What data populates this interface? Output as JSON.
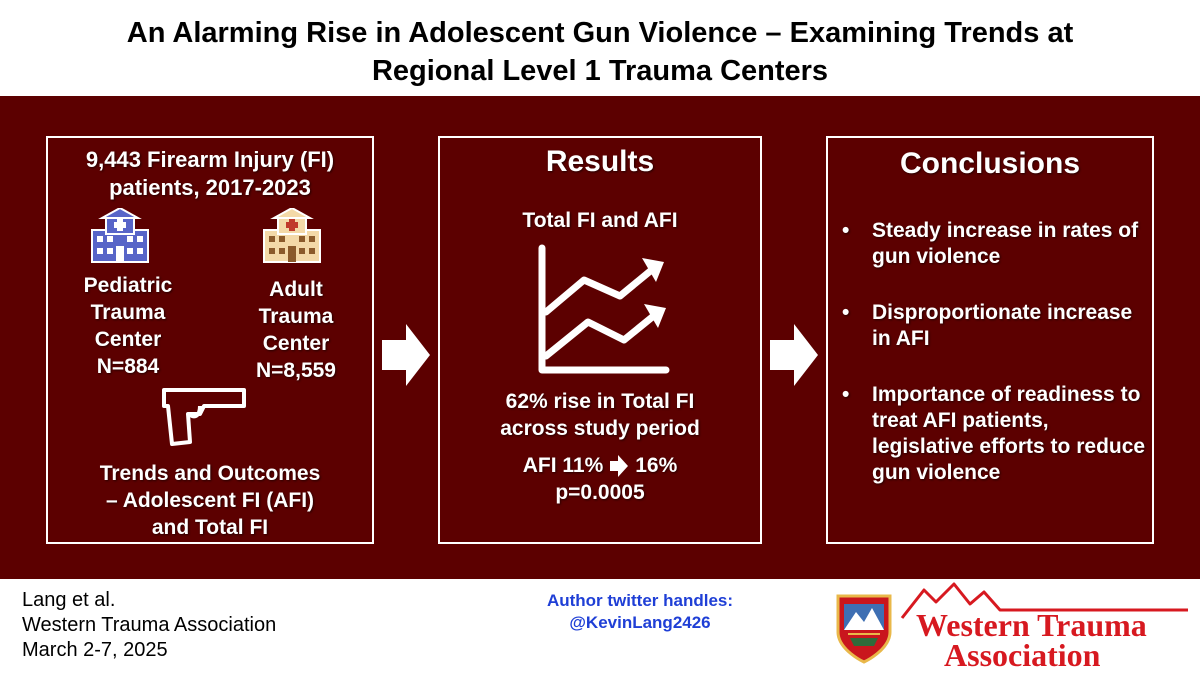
{
  "title": {
    "line1": "An Alarming Rise in Adolescent Gun Violence – Examining Trends at",
    "line2": "Regional Level 1 Trauma Centers"
  },
  "panel1": {
    "heading_line1": "9,443 Firearm Injury (FI)",
    "heading_line2": "patients, 2017-2023",
    "pediatric": {
      "line1": "Pediatric",
      "line2": "Trauma",
      "line3": "Center",
      "line4": "N=884"
    },
    "adult": {
      "line1": "Adult",
      "line2": "Trauma",
      "line3": "Center",
      "line4": "N=8,559"
    },
    "footer_line1": "Trends and Outcomes",
    "footer_line2": "– Adolescent FI (AFI)",
    "footer_line3": "and Total FI",
    "icons": [
      "hospital-icon",
      "hospital-icon",
      "handgun-icon"
    ]
  },
  "panel2": {
    "heading": "Results",
    "subheading": "Total FI and AFI",
    "rise_line1": "62% rise in Total FI",
    "rise_line2": "across study period",
    "afi_before": "AFI 11%",
    "afi_after": "16%",
    "p_value": "p=0.0005",
    "icons": [
      "line-chart-icon",
      "arrow-right-icon"
    ]
  },
  "panel3": {
    "heading": "Conclusions",
    "bullets": [
      "Steady increase in rates of gun violence",
      "Disproportionate increase in AFI",
      "Importance of readiness to treat AFI patients, legislative efforts to reduce gun violence"
    ]
  },
  "footer": {
    "authors": "Lang et al.",
    "association": "Western Trauma Association",
    "dates": "March 2-7, 2025",
    "twitter_label": "Author twitter handles:",
    "twitter_handle": "@KevinLang2426"
  },
  "logo": {
    "line1": "Western Trauma",
    "line2": "Association"
  },
  "colors": {
    "band": "#5c0000",
    "twitter": "#1f3fd6",
    "logo_red": "#d71920",
    "pediatric_icon": "#5865c8",
    "adult_icon": "#f3d9a8"
  }
}
